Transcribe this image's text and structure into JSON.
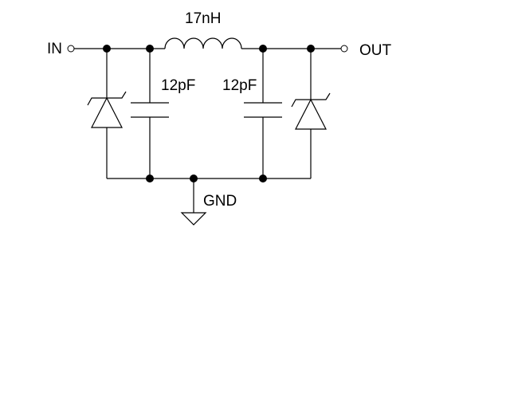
{
  "labels": {
    "input": "IN",
    "output": "OUT",
    "ground": "GND",
    "inductor": "17nH",
    "capacitor_left": "12pF",
    "capacitor_right": "12pF"
  },
  "colors": {
    "line": "#000000",
    "background": "#ffffff"
  },
  "icons": {
    "diode": "zener-diode-icon",
    "capacitor": "capacitor-icon",
    "inductor": "inductor-icon",
    "ground": "ground-icon"
  }
}
